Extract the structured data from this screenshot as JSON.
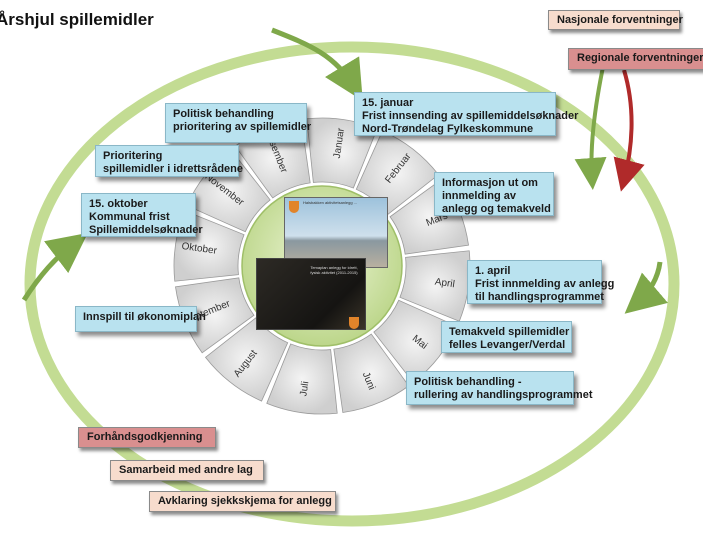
{
  "title": "Årshjul spillemidler",
  "months": [
    "Januar",
    "Februar",
    "Mars",
    "April",
    "Mai",
    "Juni",
    "Juli",
    "August",
    "September",
    "Oktober",
    "November",
    "Desember"
  ],
  "boxes": {
    "politisk_prioritering": [
      "Politisk behandling",
      "prioritering av spillemidler"
    ],
    "prioritering_idrettsradene": [
      "Prioritering",
      "spillemidler i idrettsrådene"
    ],
    "oktober": [
      "15. oktober",
      "Kommunal frist",
      "Spillemiddelsøknader"
    ],
    "okonomiplan": [
      "Innspill til økonomiplan"
    ],
    "januar": [
      "15. januar",
      "Frist innsending av spillemiddelsøknader",
      "Nord-Trøndelag Fylkeskommune"
    ],
    "informasjon": [
      "Informasjon ut om",
      "innmelding av",
      "anlegg og temakveld"
    ],
    "april": [
      "1. april",
      "Frist innmelding av anlegg",
      "til handlingsprogrammet"
    ],
    "temakveld": [
      "Temakveld spillemidler",
      "felles Levanger/Verdal"
    ],
    "rullering": [
      "Politisk behandling -",
      "rullering av handlingsprogrammet"
    ]
  },
  "tags": {
    "nasjonale": "Nasjonale forventninger",
    "regionale": "Regionale forventninger",
    "forhandsgodkjenning": "Forhåndsgodkjenning",
    "samarbeid": "Samarbeid med andre lag",
    "avklaring": "Avklaring sjekkskjema for anlegg"
  },
  "colors": {
    "ring": "#bdd88c",
    "arrow": "#7fa84a",
    "red_arrow": "#b02a2a",
    "segment": "#d9d9d9",
    "hub": "#cfe3a6",
    "box": "#b9e2ef"
  },
  "photos": {
    "caption1": "Halsbakken aktivitetsanlegg ...",
    "caption2": "Temaplan anlegg for idrett, fysisk aktivitet (2011-2015)"
  }
}
